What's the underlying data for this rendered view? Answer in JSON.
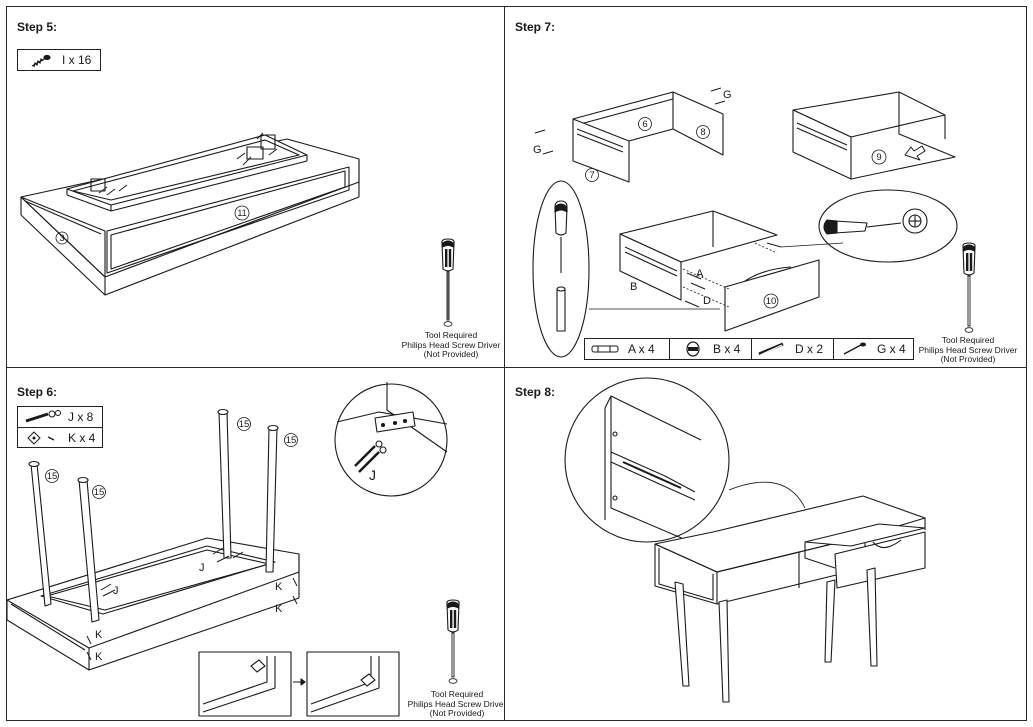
{
  "steps": {
    "step5": {
      "title": "Step 5:",
      "hardware": "I x 16",
      "part_a": "3",
      "part_b": "11"
    },
    "step7": {
      "title": "Step 7:",
      "parts": [
        "6",
        "8",
        "7",
        "9",
        "10"
      ],
      "labels": {
        "g1": "G",
        "g2": "G",
        "a": "A",
        "b": "B",
        "d": "D"
      },
      "hardware": [
        {
          "label": "A x 4"
        },
        {
          "label": "B x 4"
        },
        {
          "label": "D x 2"
        },
        {
          "label": "G x 4"
        }
      ]
    },
    "step6": {
      "title": "Step 6:",
      "hardware": [
        "J x 8",
        "K x 4"
      ],
      "leg_part": "15",
      "labels": {
        "j": "J",
        "k": "K"
      }
    },
    "step8": {
      "title": "Step 8:"
    }
  },
  "tool": {
    "line1": "Tool Required",
    "line2": "Philips Head Screw Driver",
    "line3": "(Not Provided)"
  },
  "colors": {
    "line": "#1a1a1a",
    "border": "#2a2a2a",
    "tool_tip": "#444444"
  }
}
